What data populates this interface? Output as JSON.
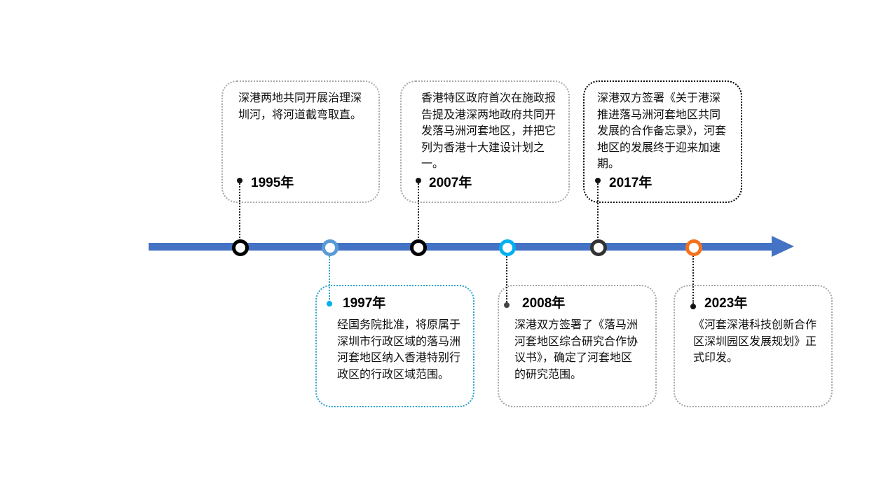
{
  "timeline": {
    "colors": {
      "axis": "#4472c4",
      "background": "#ffffff"
    },
    "events": [
      {
        "year": "1995年",
        "marker_color": "#000000",
        "box_border": "#a6a6a6",
        "box_style": "dotted",
        "text": "深港两地共同开展治理深圳河，将河道截弯取直。"
      },
      {
        "year": "1997年",
        "marker_color": "#5b9bd5",
        "box_border": "#29a3cc",
        "box_style": "dotted",
        "text": "经国务院批准，将原属于深圳市行政区域的落马洲河套地区纳入香港特别行政区的行政区域范围。"
      },
      {
        "year": "2007年",
        "marker_color": "#000000",
        "box_border": "#a6a6a6",
        "box_style": "dotted",
        "text": "香港特区政府首次在施政报告提及港深两地政府共同开发落马洲河套地区，并把它列为香港十大建设计划之一。"
      },
      {
        "year": "2008年",
        "marker_color": "#00b0f0",
        "box_border": "#a6a6a6",
        "box_style": "dotted",
        "text": "深港双方签署了《落马洲河套地区综合研究合作协议书》，确定了河套地区的研究范围。"
      },
      {
        "year": "2017年",
        "marker_color": "#333333",
        "box_border": "#000000",
        "box_style": "dotted",
        "text": "深港双方签署《关于港深推进落马洲河套地区共同发展的合作备忘录》，河套地区的发展终于迎来加速期。"
      },
      {
        "year": "2023年",
        "marker_color": "#f4721e",
        "box_border": "#a6a6a6",
        "box_style": "dotted",
        "text": "《河套深港科技创新合作区深圳园区发展规划》正式印发。"
      }
    ]
  }
}
